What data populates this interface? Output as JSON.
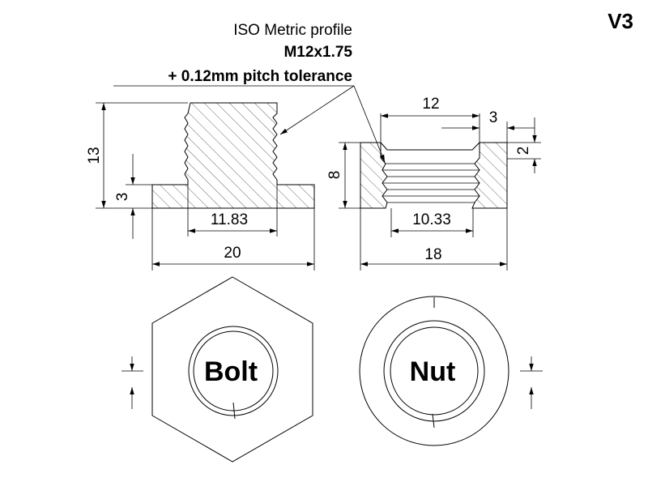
{
  "version_label": "V3",
  "profile_note": {
    "line1": "ISO Metric profile",
    "line2": "M12x1.75",
    "line3": "+ 0.12mm pitch tolerance"
  },
  "bolt": {
    "label": "Bolt",
    "dims": {
      "height": "13",
      "flange": "3",
      "minor_diameter": "11.83",
      "flange_width": "20"
    }
  },
  "nut": {
    "label": "Nut",
    "dims": {
      "bore": "12",
      "chamfer_width": "3",
      "chamfer_depth": "2",
      "height": "8",
      "minor_diameter": "10.33",
      "outer_width": "18"
    }
  }
}
